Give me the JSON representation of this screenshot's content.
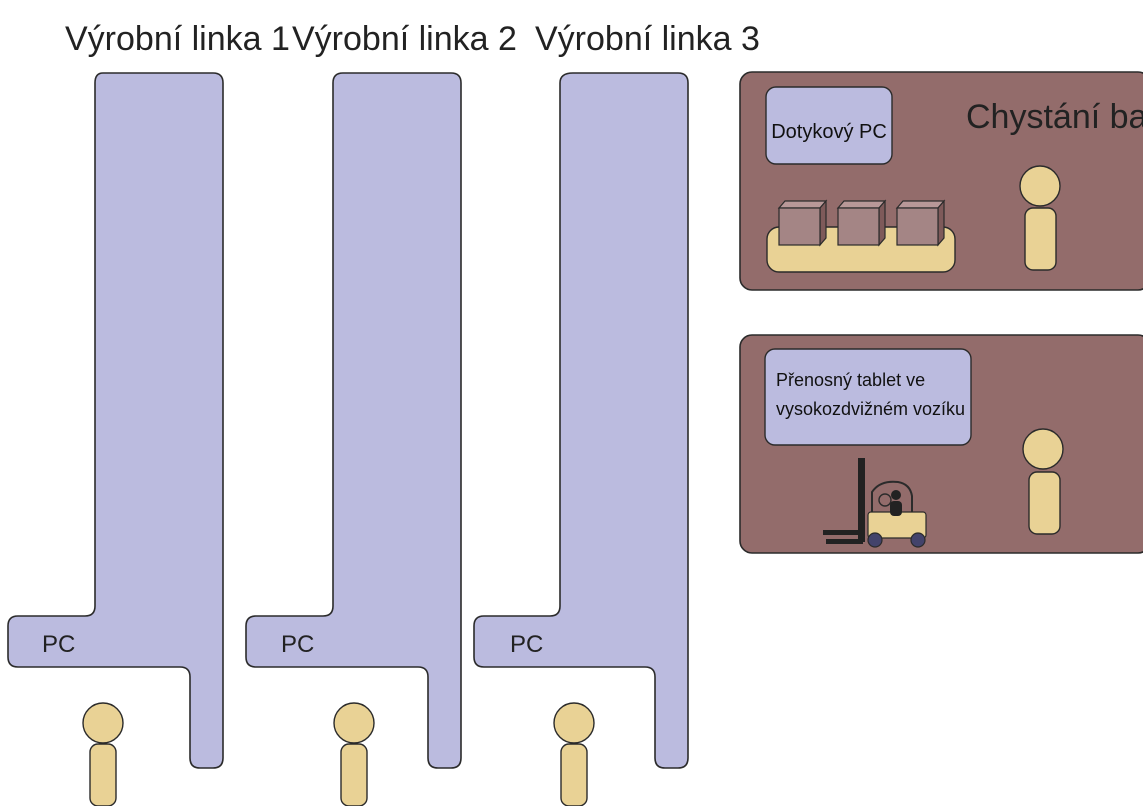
{
  "colors": {
    "line_fill": "#bbbbdf",
    "zone_fill": "#936c6b",
    "person_fill": "#e9d295",
    "box_fill": "#a48585",
    "conveyor_fill": "#e9d295",
    "device_fill": "#bbbbdf",
    "outline": "#2b2b2b"
  },
  "lines": [
    {
      "title": "Výrobní linka 1",
      "pc_label": "PC"
    },
    {
      "title": "Výrobní linka 2",
      "pc_label": "PC"
    },
    {
      "title": "Výrobní linka 3",
      "pc_label": "PC"
    }
  ],
  "packing": {
    "title": "Chystání balení",
    "device_label": "Dotykový PC"
  },
  "forklift_zone": {
    "device_label_line1": "Přenosný tablet ve",
    "device_label_line2": "vysokozdvižném vozíku"
  },
  "icons": [
    "person-icon",
    "box-icon",
    "conveyor-icon",
    "forklift-icon"
  ]
}
